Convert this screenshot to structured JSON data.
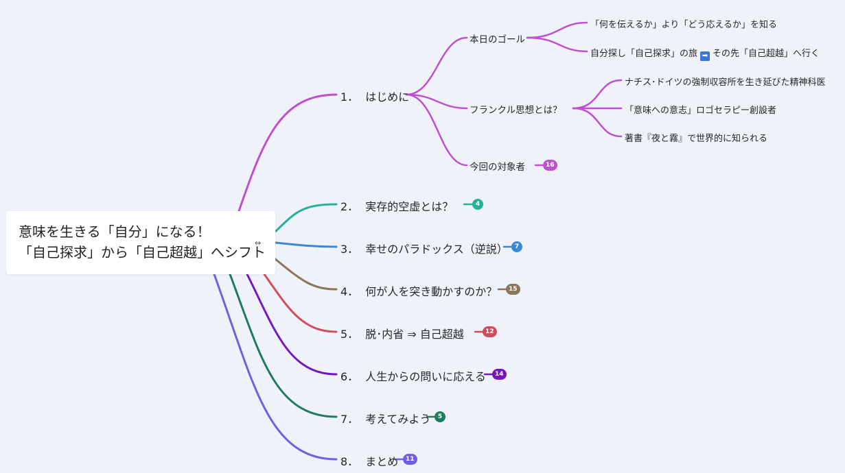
{
  "root": {
    "line1": "意味を生きる「自分」になる！",
    "line2": "「自己探求」から「自己超越」へシフト",
    "link_icon": "⇔"
  },
  "topics": [
    {
      "num": "1．",
      "label": "はじめに",
      "color": "#c04ed0"
    },
    {
      "num": "2．",
      "label": "実存的空虚とは？",
      "color": "#27b09b",
      "badge": "4"
    },
    {
      "num": "3．",
      "label": "幸せのパラドックス（逆説）",
      "color": "#3a89d6",
      "badge": "7"
    },
    {
      "num": "4．",
      "label": "何が人を突き動かすのか？",
      "color": "#8a7659",
      "badge": "15"
    },
    {
      "num": "5．",
      "label": "脱･内省 ⇒ 自己超越",
      "color": "#d24d5c",
      "badge": "12"
    },
    {
      "num": "6．",
      "label": "人生からの問いに応える",
      "color": "#7417bf",
      "badge": "14"
    },
    {
      "num": "7．",
      "label": "考えてみよう",
      "color": "#1f7a5e",
      "badge": "5"
    },
    {
      "num": "8．",
      "label": "まとめ",
      "color": "#725ee6",
      "badge": "11"
    }
  ],
  "subtopics": [
    {
      "label": "本日のゴール"
    },
    {
      "label": "フランクル思想とは？"
    },
    {
      "label": "今回の対象者",
      "badge": "16"
    }
  ],
  "leaves": {
    "goal1": "「何を伝えるか」より「どう応えるか」を知る",
    "goal2_a": "自分探し「自己探求」の旅",
    "goal2_arrow": "➡",
    "goal2_b": "その先「自己超越」へ行く",
    "frankl1": "ナチス･ドイツの強制収容所を生き延びた精神科医",
    "frankl2": "「意味への意志」ロゴセラピー創設者",
    "frankl3": "著書『夜と霧』で世界的に知られる"
  }
}
